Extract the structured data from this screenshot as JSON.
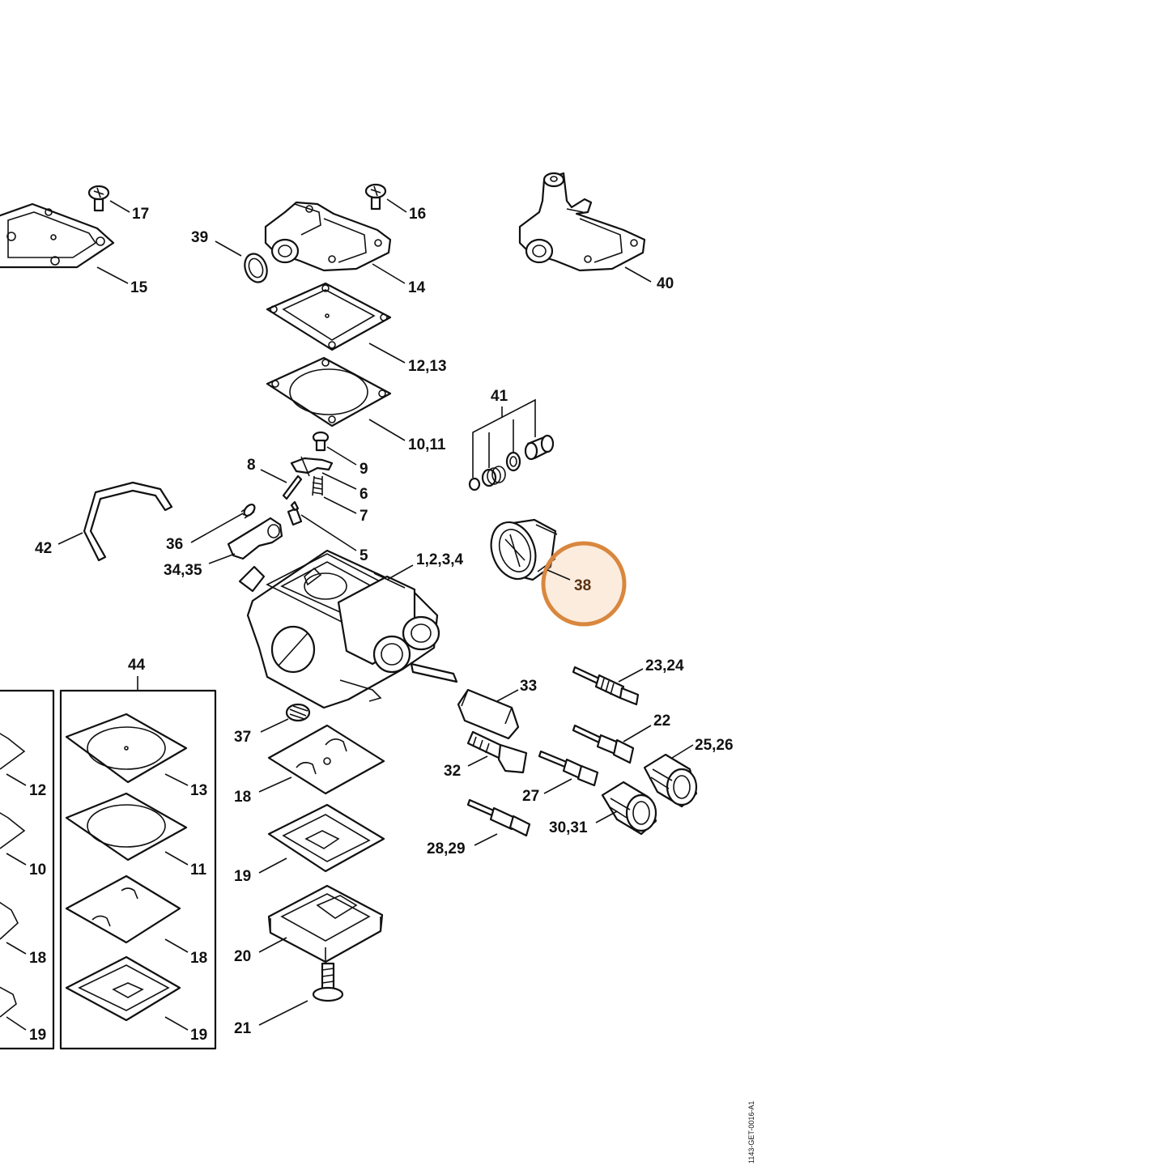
{
  "drawing_id": "1143-GET-0016-A1",
  "highlight": {
    "label": "38",
    "color": "#d9873e"
  },
  "kit_label": "44",
  "labels": {
    "l17": "17",
    "l15": "15",
    "l39": "39",
    "l16": "16",
    "l14": "14",
    "l40": "40",
    "l1213": "12,13",
    "l41": "41",
    "l1011": "10,11",
    "l9": "9",
    "l8": "8",
    "l6": "6",
    "l7": "7",
    "l36": "36",
    "l42": "42",
    "l5": "5",
    "l1234": "1,2,3,4",
    "l3435": "34,35",
    "l2324": "23,24",
    "l33": "33",
    "l37": "37",
    "l22": "22",
    "l2526": "25,26",
    "l18": "18",
    "l32": "32",
    "l27": "27",
    "l3031": "30,31",
    "l2829": "28,29",
    "l19": "19",
    "l20": "20",
    "l21": "21",
    "k13": "13",
    "k11": "11",
    "k18": "18",
    "k19": "19",
    "e12": "12",
    "e10": "10",
    "e18": "18",
    "e19": "19"
  }
}
